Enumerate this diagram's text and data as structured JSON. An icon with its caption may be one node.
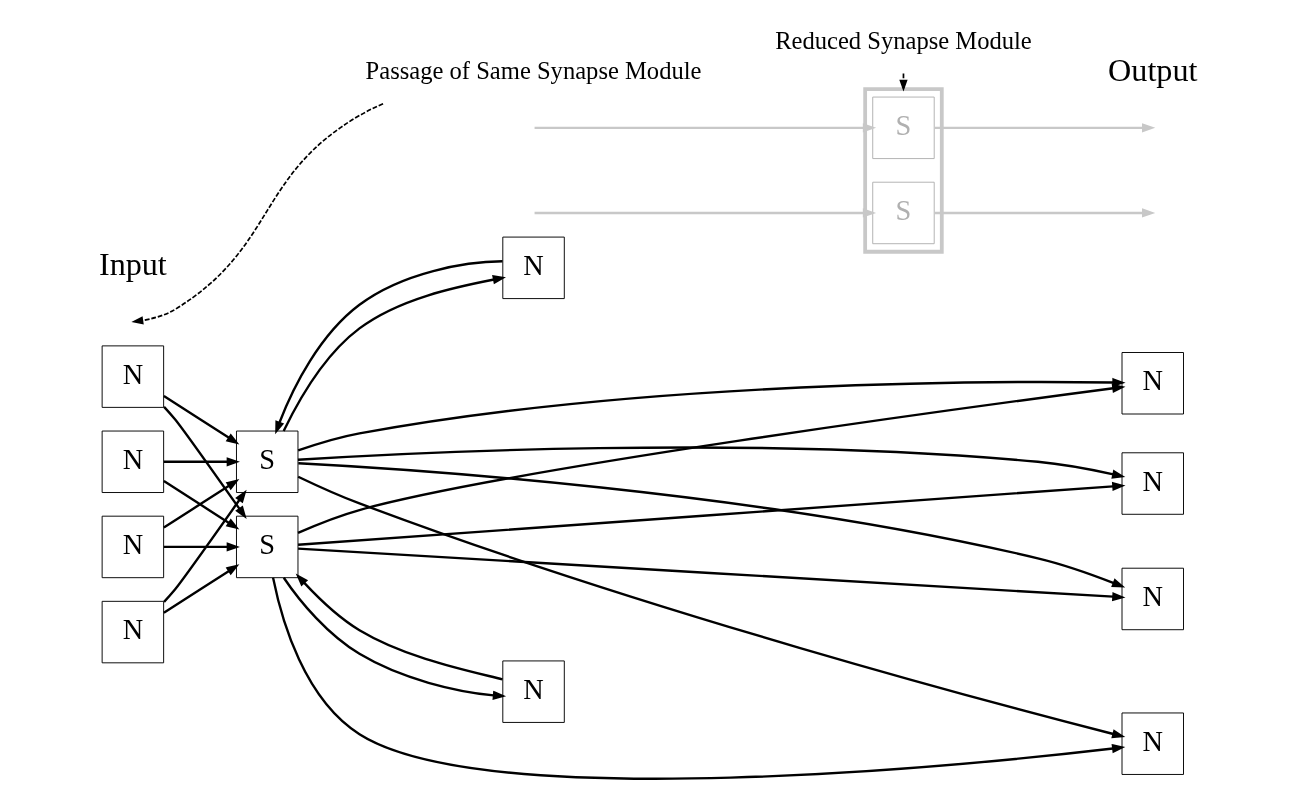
{
  "diagram": {
    "nodes": [
      {
        "text": [
          "N"
        ]
      },
      {
        "text": [
          "N"
        ]
      },
      {
        "text": [
          "N"
        ]
      },
      {
        "text": [
          "N"
        ]
      },
      {
        "text": [
          "S"
        ]
      },
      {
        "text": [
          "S"
        ]
      },
      {
        "text": [
          "N"
        ]
      },
      {
        "text": [
          "N"
        ]
      },
      {
        "text": [],
        "shape": "box"
      },
      {
        "text": [
          "S"
        ],
        "in": 8
      },
      {
        "text": [
          "S"
        ],
        "in": 8
      },
      {
        "text": [
          "N"
        ]
      },
      {
        "text": [
          "N"
        ]
      },
      {
        "text": [
          "N"
        ]
      },
      {
        "text": [
          "N"
        ]
      },
      {
        "text": [
          "Reduced Synapse Module"
        ]
      },
      {
        "text": [
          "Passage of Same Synapse Module"
        ]
      }
    ],
    "edges": [
      {
        "from": 0,
        "to": 4,
        "arrow": "to"
      },
      {
        "from": 0,
        "to": 5,
        "arrow": "to"
      },
      {
        "from": 1,
        "to": 4,
        "arrow": "to"
      },
      {
        "from": 1,
        "to": 5,
        "arrow": "to"
      },
      {
        "from": 2,
        "to": 4,
        "arrow": "to"
      },
      {
        "from": 2,
        "to": 5,
        "arrow": "to"
      },
      {
        "from": 3,
        "to": 4,
        "arrow": "to"
      },
      {
        "from": 3,
        "to": 5,
        "arrow": "to"
      },
      {
        "from": 4,
        "to": 6,
        "arrow": "to"
      },
      {
        "from": 5,
        "to": 7,
        "arrow": "to"
      },
      {
        "from": 6,
        "to": 4,
        "arrow": "to"
      },
      {
        "from": 7,
        "to": 5,
        "arrow": "to"
      },
      {
        "from": 4,
        "to": 11,
        "arrow": "to"
      },
      {
        "from": 4,
        "to": 12,
        "arrow": "to"
      },
      {
        "from": 4,
        "to": 13,
        "arrow": "to"
      },
      {
        "from": 4,
        "to": 14,
        "arrow": "to"
      },
      {
        "from": 5,
        "to": 11,
        "arrow": "to"
      },
      {
        "from": 5,
        "to": 12,
        "arrow": "to"
      },
      {
        "from": 5,
        "to": 13,
        "arrow": "to"
      },
      {
        "from": 5,
        "to": 14,
        "arrow": "to"
      },
      {
        "from": null,
        "to": 9,
        "arrow": "to",
        "color": "#c8c8c8"
      },
      {
        "from": 9,
        "to": null,
        "arrow": "to",
        "color": "#c8c8c8"
      },
      {
        "from": null,
        "to": 10,
        "arrow": "to",
        "color": "#c8c8c8"
      },
      {
        "from": 10,
        "to": null,
        "arrow": "to",
        "color": "#c8c8c8"
      },
      {
        "from": 15,
        "to": 8,
        "arrow": "to",
        "style": "dashed"
      },
      {
        "from": 16,
        "to": null,
        "arrow": "to",
        "style": "dashed"
      }
    ],
    "labels": [
      "Input",
      "Output"
    ]
  }
}
